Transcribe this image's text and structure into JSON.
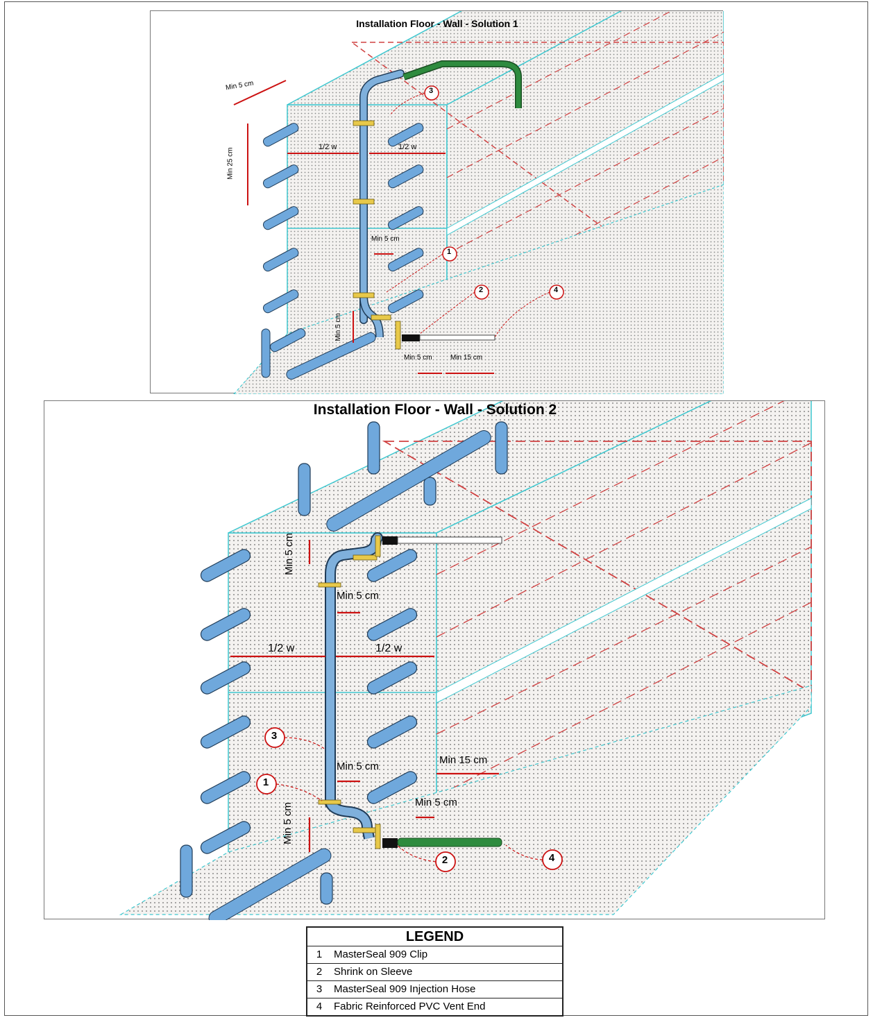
{
  "solution1": {
    "title": "Installation Floor - Wall  -  Solution 1",
    "dims": {
      "min5_top": "Min 5 cm",
      "min25": "Min 25 cm",
      "half_w_left": "1/2 w",
      "half_w_right": "1/2 w",
      "min5_mid": "Min 5 cm",
      "min5_vert": "Min 5 cm",
      "min5_bottom": "Min 5 cm",
      "min15": "Min 15 cm"
    },
    "callouts": [
      "1",
      "2",
      "3",
      "4"
    ]
  },
  "solution2": {
    "title": "Installation Floor - Wall  -  Solution 2",
    "dims": {
      "min5_vert_top": "Min 5 cm",
      "min5_upper": "Min 5 cm",
      "half_w_left": "1/2 w",
      "half_w_right": "1/2 w",
      "min5_lower": "Min 5 cm",
      "min15": "Min 15 cm",
      "min5_right": "Min 5 cm",
      "min5_vert_bottom": "Min 5 cm"
    },
    "callouts": [
      "1",
      "2",
      "3",
      "4"
    ]
  },
  "legend": {
    "title": "LEGEND",
    "items": [
      {
        "num": "1",
        "text": "MasterSeal 909 Clip"
      },
      {
        "num": "2",
        "text": "Shrink on Sleeve"
      },
      {
        "num": "3",
        "text": "MasterSeal 909 Injection Hose"
      },
      {
        "num": "4",
        "text": "Fabric Reinforced PVC Vent End"
      }
    ]
  },
  "colors": {
    "rebar": "#6fa8dc",
    "rebar_dark": "#1f3b57",
    "hose": "#7fb0dc",
    "vent_green": "#2e8b3e",
    "clip": "#e8c94a",
    "dim_red": "#cc1111",
    "edge_cyan": "#3fc8d0",
    "concrete": "#f2f0ee",
    "dashed_red": "#d04040"
  }
}
